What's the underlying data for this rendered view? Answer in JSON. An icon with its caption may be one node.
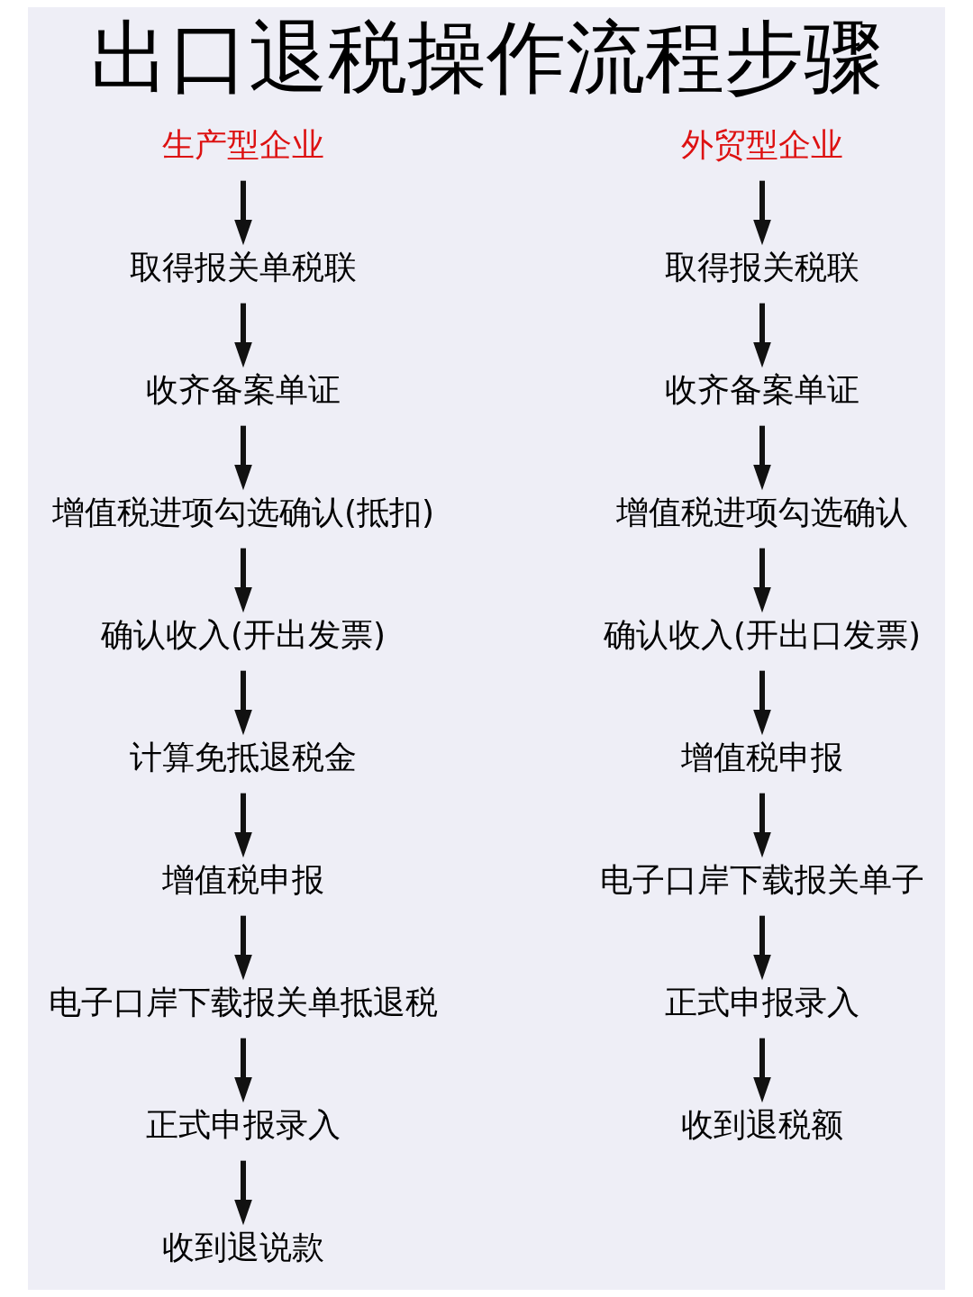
{
  "diagram": {
    "title": "出口退税操作流程步骤",
    "nodes": [
      {
        "text": [
          "生产型企业"
        ]
      },
      {
        "text": [
          "取得报关单税联"
        ]
      },
      {
        "text": [
          "收齐备案单证"
        ]
      },
      {
        "text": [
          "增值税进项勾选确认(抵扣)"
        ]
      },
      {
        "text": [
          "确认收入(开出发票)"
        ]
      },
      {
        "text": [
          "计算免抵退税金"
        ]
      },
      {
        "text": [
          "增值税申报"
        ]
      },
      {
        "text": [
          "电子口岸下载报关单抵退税"
        ]
      },
      {
        "text": [
          "正式申报录入"
        ]
      },
      {
        "text": [
          "收到退说款"
        ]
      },
      {
        "text": [
          "外贸型企业"
        ]
      },
      {
        "text": [
          "取得报关税联"
        ]
      },
      {
        "text": [
          "收齐备案单证"
        ]
      },
      {
        "text": [
          "增值税进项勾选确认"
        ]
      },
      {
        "text": [
          "确认收入(开出口发票)"
        ]
      },
      {
        "text": [
          "增值税申报"
        ]
      },
      {
        "text": [
          "电子口岸下载报关单子"
        ]
      },
      {
        "text": [
          "正式申报录入"
        ]
      },
      {
        "text": [
          "收到退税额"
        ]
      }
    ],
    "edges": [
      {
        "from": 0,
        "to": 1,
        "arrow": "to"
      },
      {
        "from": 1,
        "to": 2,
        "arrow": "to"
      },
      {
        "from": 2,
        "to": 3,
        "arrow": "to"
      },
      {
        "from": 3,
        "to": 4,
        "arrow": "to"
      },
      {
        "from": 4,
        "to": 5,
        "arrow": "to"
      },
      {
        "from": 5,
        "to": 6,
        "arrow": "to"
      },
      {
        "from": 6,
        "to": 7,
        "arrow": "to"
      },
      {
        "from": 7,
        "to": 8,
        "arrow": "to"
      },
      {
        "from": 8,
        "to": 9,
        "arrow": "to"
      },
      {
        "from": 10,
        "to": 11,
        "arrow": "to"
      },
      {
        "from": 11,
        "to": 12,
        "arrow": "to"
      },
      {
        "from": 12,
        "to": 13,
        "arrow": "to"
      },
      {
        "from": 13,
        "to": 14,
        "arrow": "to"
      },
      {
        "from": 14,
        "to": 15,
        "arrow": "to"
      },
      {
        "from": 15,
        "to": 16,
        "arrow": "to"
      },
      {
        "from": 16,
        "to": 17,
        "arrow": "to"
      },
      {
        "from": 17,
        "to": 18,
        "arrow": "to"
      }
    ]
  }
}
